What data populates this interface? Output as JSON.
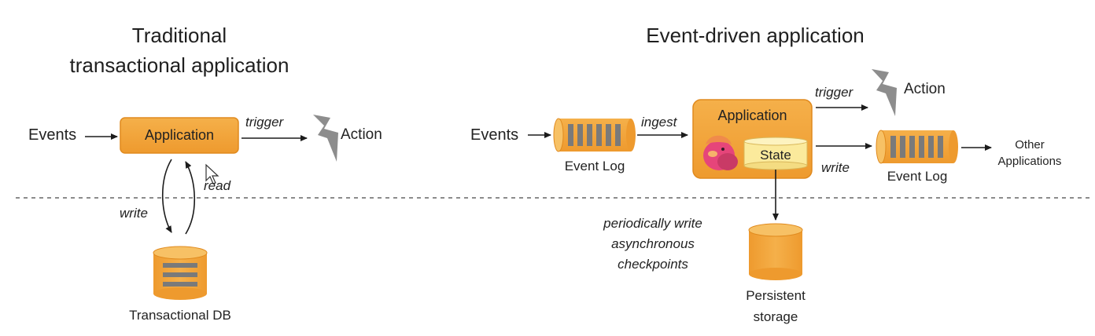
{
  "left": {
    "title_line1": "Traditional",
    "title_line2": "transactional application",
    "events": "Events",
    "application": "Application",
    "trigger": "trigger",
    "action": "Action",
    "read": "read",
    "write": "write",
    "db": "Transactional DB"
  },
  "right": {
    "title": "Event-driven application",
    "events": "Events",
    "event_log_in": "Event Log",
    "ingest": "ingest",
    "application": "Application",
    "state": "State",
    "trigger": "trigger",
    "action": "Action",
    "write": "write",
    "event_log_out": "Event Log",
    "other_apps_line1": "Other",
    "other_apps_line2": "Applications",
    "checkpoints_line1": "periodically write",
    "checkpoints_line2": "asynchronous",
    "checkpoints_line3": "checkpoints",
    "storage_line1": "Persistent",
    "storage_line2": "storage"
  },
  "colors": {
    "orange": "#F2A43A",
    "orange_border": "#E08A1E",
    "pale_yellow": "#FBEA9C",
    "gray_bars": "#7A7A7A",
    "lightning": "#8D8D8D",
    "dashed_line": "#666666",
    "arrow": "#1c1c1c"
  },
  "icons": {
    "lightning_left": "lightning-icon",
    "lightning_right": "lightning-icon",
    "squirrel": "flink-squirrel-icon",
    "cursor": "mouse-cursor-icon"
  }
}
